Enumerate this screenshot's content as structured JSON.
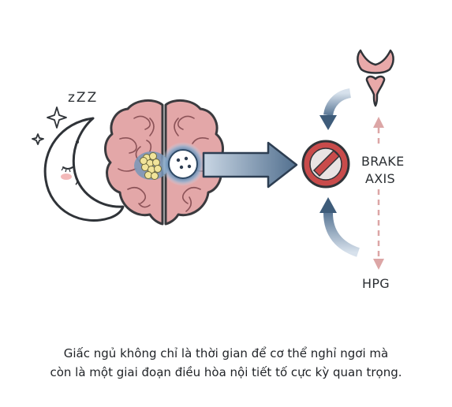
{
  "labels": {
    "sleep_text": "zZZ",
    "brake_line1": "BRAKE",
    "brake_line2": "AXIS",
    "hpg": "HPG"
  },
  "caption": {
    "line1": "Giấc ngủ không chỉ là thời gian để cơ thể nghỉ ngơi mà",
    "line2": "còn là một giai đoạn điều hòa nội tiết tố cực kỳ quan trọng."
  },
  "icons": [
    "crescent-moon-icon",
    "star-icon",
    "brain-icon",
    "gland-cluster-icon",
    "arrow-right-icon",
    "stop-sign-icon",
    "hypothalamus-icon",
    "pituitary-icon"
  ],
  "colors": {
    "brain": "#e3a7a8",
    "brain_outline": "#3a3a3e",
    "glow": "#6e90b5",
    "arrow_blue": "#52708f",
    "stop_red": "#c94b4b",
    "dashed_pink": "#dca6a6",
    "gland_yellow": "#f1e49a"
  }
}
